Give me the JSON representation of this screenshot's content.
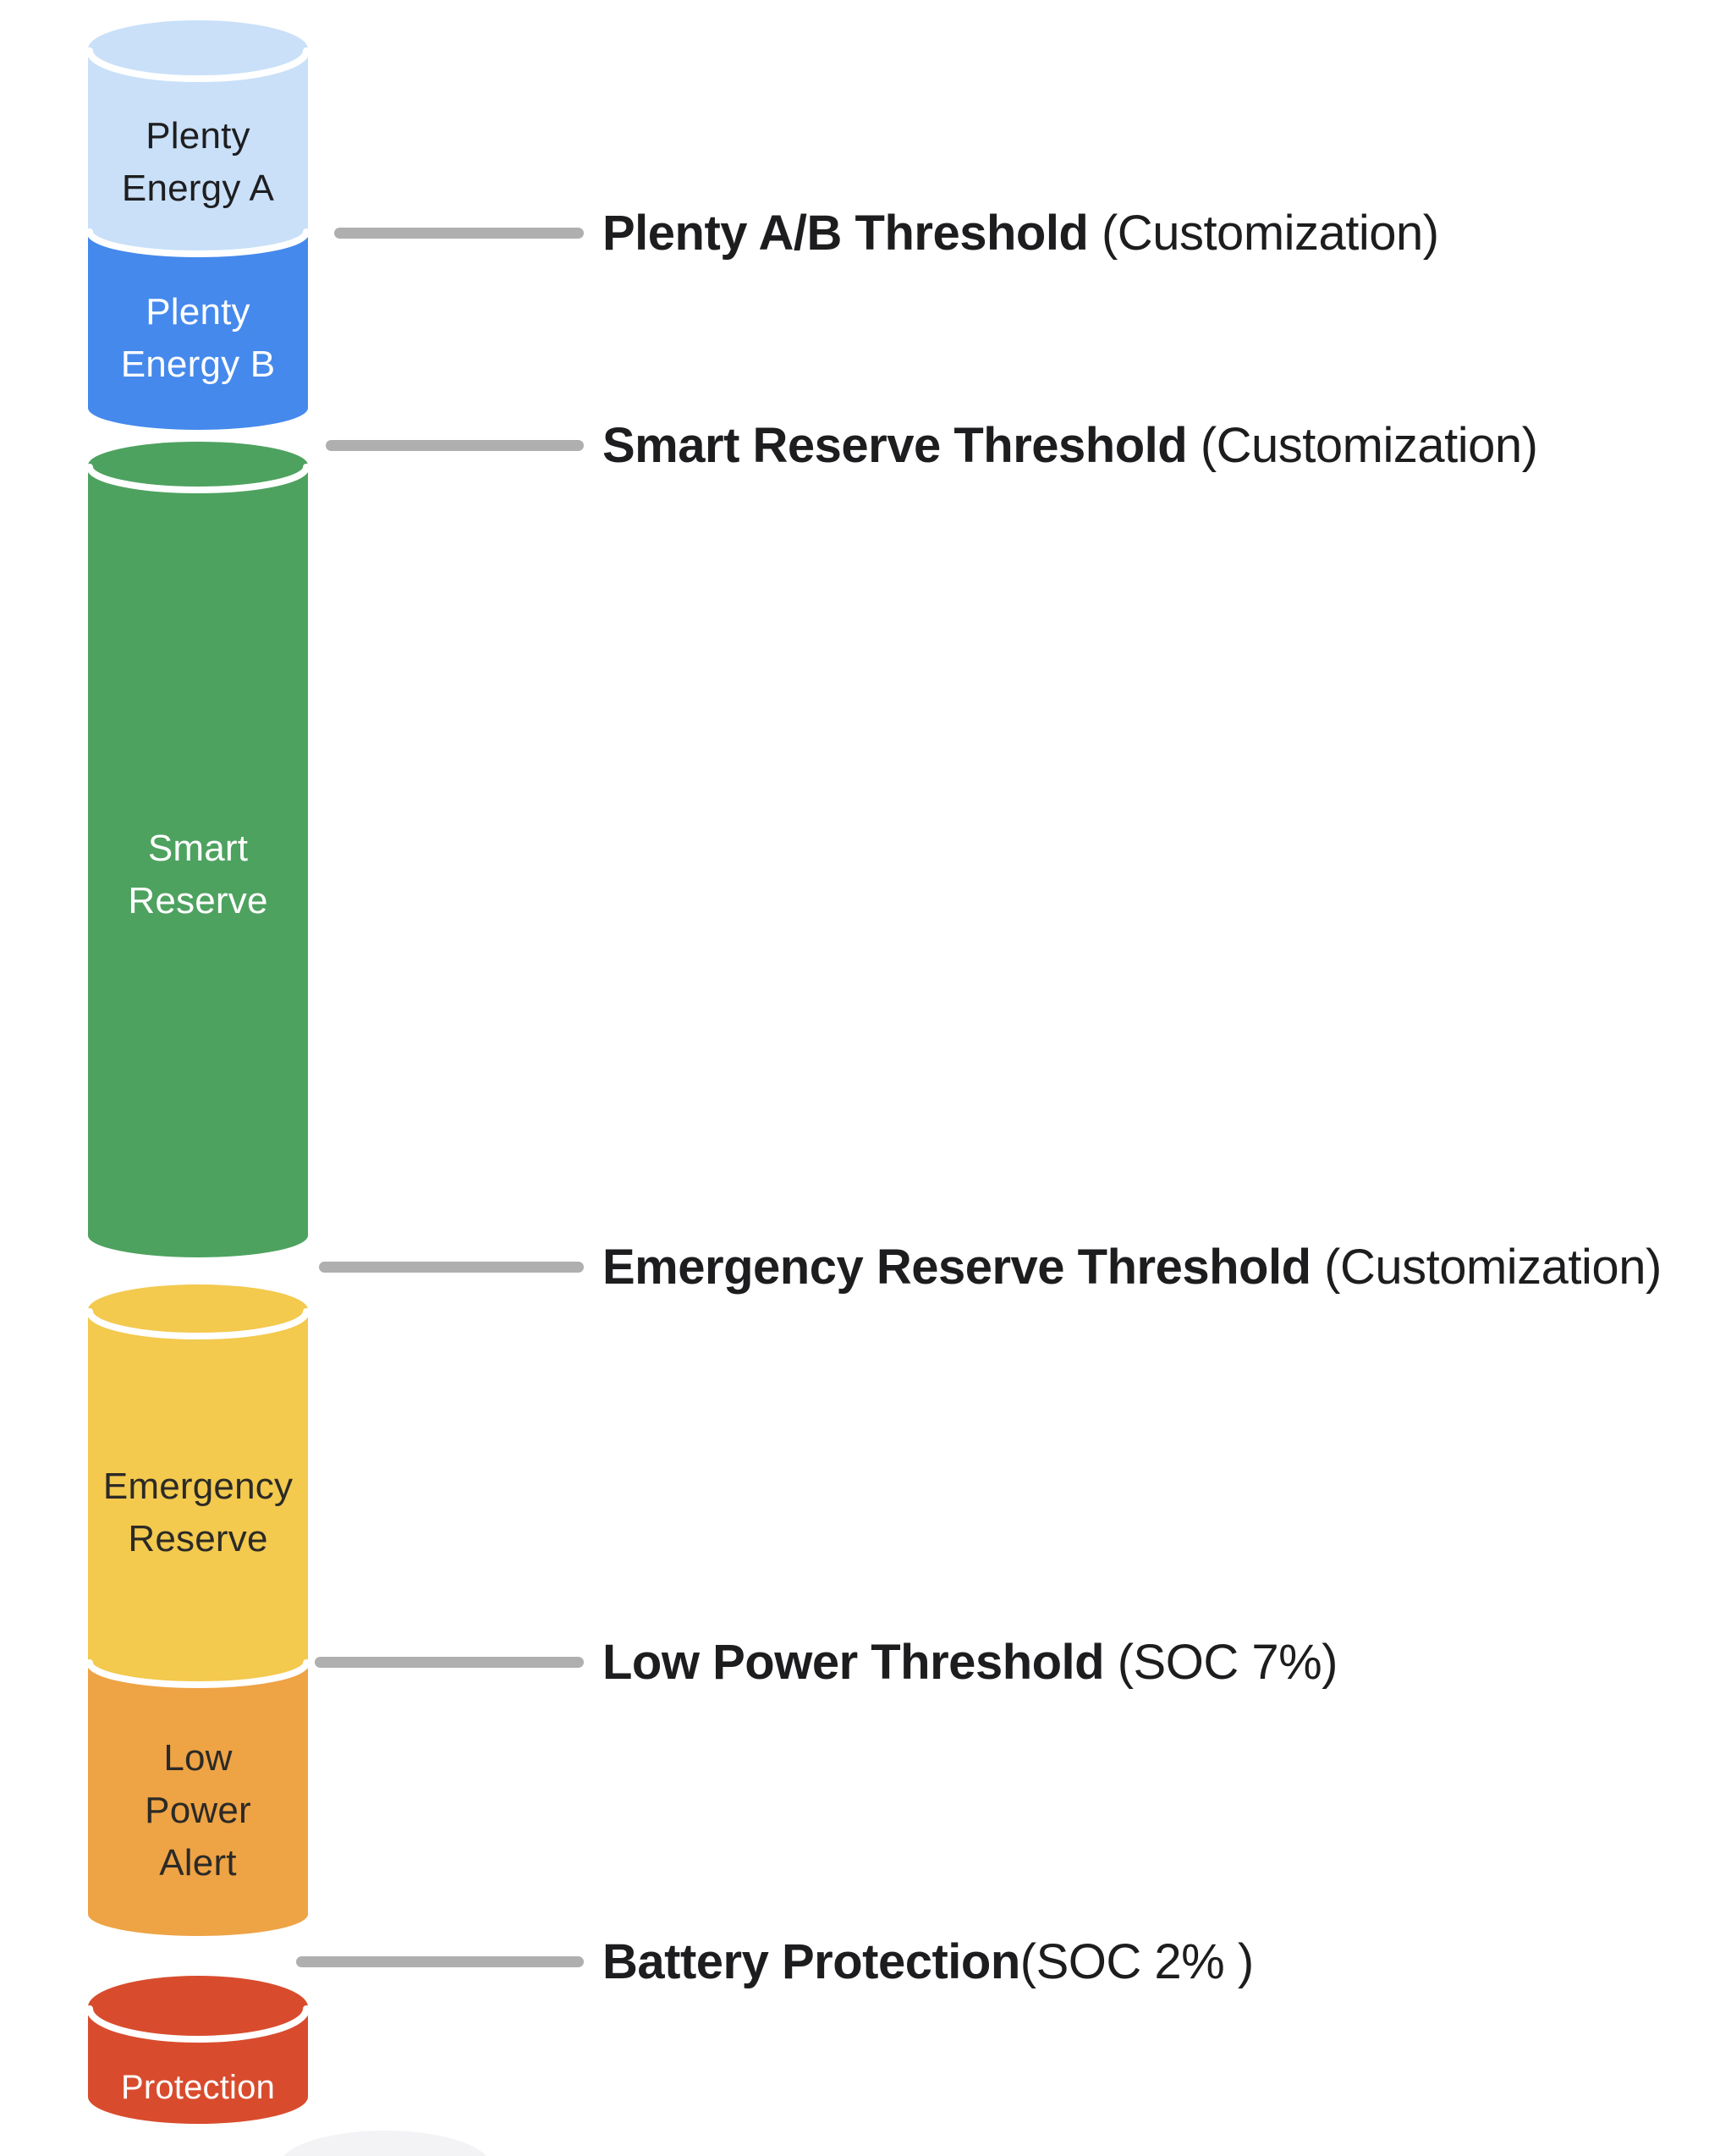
{
  "diagram": {
    "subject": "Battery state-of-charge zones with thresholds"
  },
  "segments": [
    {
      "id": "plenty-energy-a",
      "lines": [
        "Plenty",
        "Energy A"
      ],
      "color": "#c9e0f8",
      "text_color": "#1e1e20"
    },
    {
      "id": "plenty-energy-b",
      "lines": [
        "Plenty",
        "Energy B"
      ],
      "color": "#4589ec",
      "text_color": "#ffffff"
    },
    {
      "id": "smart-reserve",
      "lines": [
        "Smart",
        "Reserve"
      ],
      "color": "#4ea25f",
      "text_color": "#ffffff"
    },
    {
      "id": "emergency-reserve",
      "lines": [
        "Emergency",
        "Reserve"
      ],
      "color": "#f3c94e",
      "text_color": "#2b2a26"
    },
    {
      "id": "low-power-alert",
      "lines": [
        "Low",
        "Power",
        "Alert"
      ],
      "color": "#eea345",
      "text_color": "#2b2a26"
    },
    {
      "id": "protection",
      "lines": [
        "Protection"
      ],
      "color": "#d84c2d",
      "text_color": "#ffffff"
    }
  ],
  "thresholds": [
    {
      "id": "plenty-ab-threshold",
      "bold": "Plenty A/B Threshold",
      "rest": " (Customization)"
    },
    {
      "id": "smart-reserve-threshold",
      "bold": "Smart Reserve Threshold",
      "rest": " (Customization)"
    },
    {
      "id": "emergency-reserve-threshold",
      "bold": "Emergency Reserve Threshold",
      "rest": " (Customization)"
    },
    {
      "id": "low-power-threshold",
      "bold": "Low Power Threshold",
      "rest": " (SOC 7%)"
    },
    {
      "id": "battery-protection",
      "bold": "Battery Protection",
      "rest": "(SOC 2% )"
    }
  ],
  "colors": {
    "connector_line": "#afafaf",
    "separator": "#ffffff",
    "annotation_text": "#1d1d1f",
    "background": "#ffffff",
    "shadow": "#f3f3f5"
  }
}
